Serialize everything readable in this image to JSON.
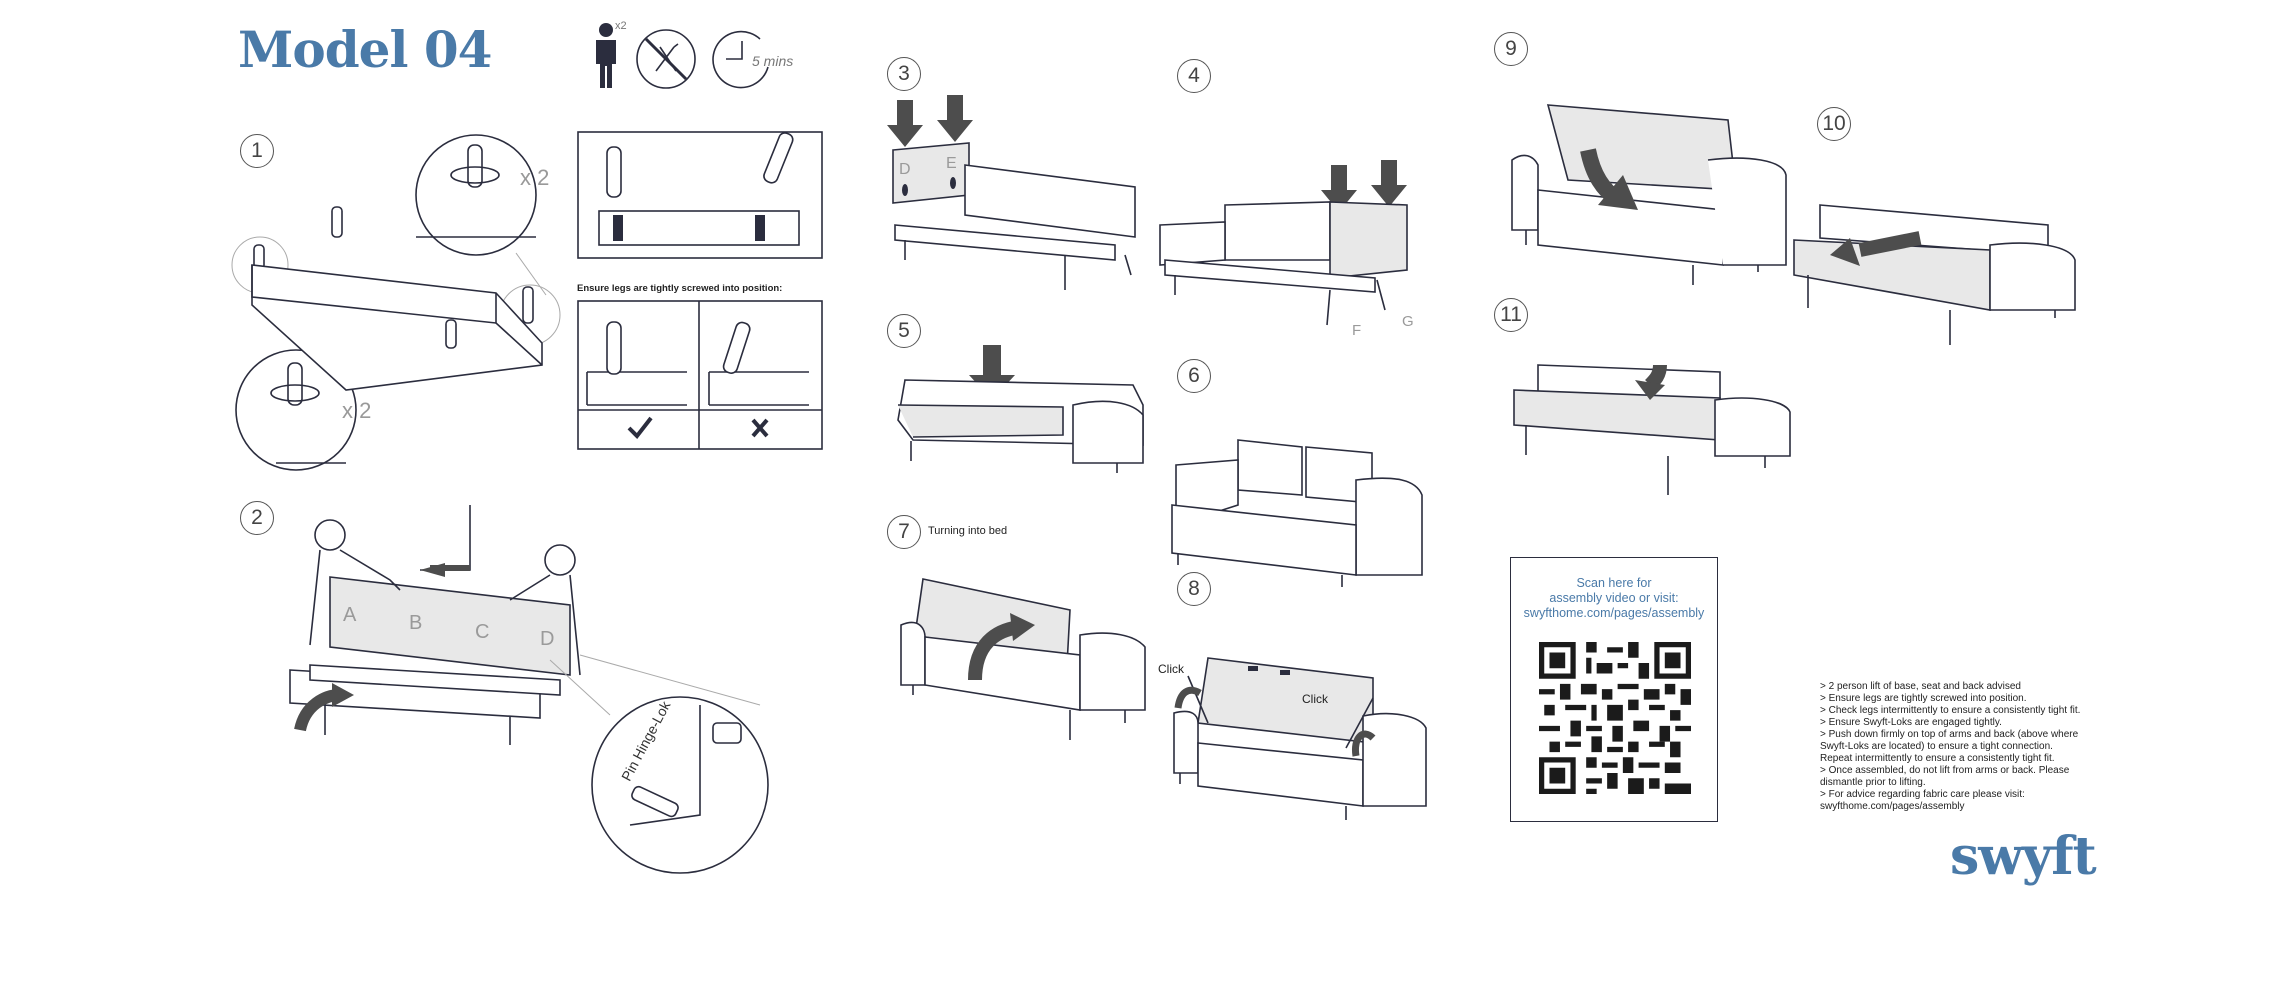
{
  "header": {
    "title": "Model 04",
    "people_count": "x2",
    "time_label": "5 mins",
    "icons": [
      "person-icon",
      "no-tools-icon",
      "clock-icon"
    ]
  },
  "steps": {
    "s1": "1",
    "s2": "2",
    "s3": "3",
    "s4": "4",
    "s5": "5",
    "s6": "6",
    "s7": "7",
    "s8": "8",
    "s9": "9",
    "s10": "10",
    "s11": "11"
  },
  "step1": {
    "multiplier_top": "x 2",
    "multiplier_bottom": "x 2"
  },
  "legs_box": {
    "caption": "Ensure legs are tightly screwed into position:"
  },
  "step2": {
    "letters": [
      "A",
      "B",
      "C",
      "D"
    ],
    "pin_label": "Pin Hinge-Lok"
  },
  "step3": {
    "letters": [
      "D",
      "E"
    ]
  },
  "step4": {
    "letters": [
      "F",
      "G"
    ]
  },
  "step7": {
    "caption": "Turning into bed"
  },
  "step8": {
    "click_left": "Click",
    "click_right": "Click"
  },
  "qr": {
    "line1": "Scan here for",
    "line2": "assembly video or visit:",
    "line3": "swyfthome.com/pages/assembly"
  },
  "notes": [
    "> 2 person lift of base, seat and back advised",
    "> Ensure legs are tightly screwed into position.",
    "> Check legs intermittently to ensure a consistently tight fit.",
    "> Ensure Swyft-Loks are engaged tightly.",
    "> Push down firmly on top of arms and back (above where",
    "Swyft-Loks are located) to ensure a tight connection.",
    "Repeat intermittently to ensure a consistently tight fit.",
    "> Once assembled, do not lift from arms or back. Please",
    "dismantle prior to lifting.",
    "> For advice regarding fabric care please visit:",
    "swyfthome.com/pages/assembly"
  ],
  "brand": "swyft",
  "colors": {
    "brand_blue": "#4a7aa8",
    "ink": "#2b2d3e",
    "arrow_gray": "#4d4d4d"
  }
}
